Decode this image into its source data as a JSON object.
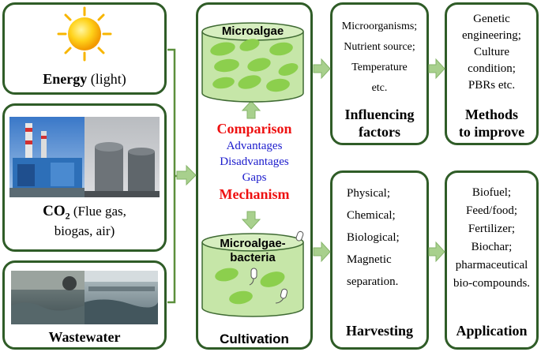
{
  "inputs": {
    "energy": {
      "label_bold": "Energy",
      "label_rest": " (light)"
    },
    "co2": {
      "label_bold": "CO",
      "subscript": "2",
      "label_rest": " (Flue gas,",
      "line2": "biogas, air)"
    },
    "wastewater": {
      "label": "Wastewater"
    }
  },
  "cultivation": {
    "title": "Cultivation",
    "top_tank": "Microalgae",
    "bottom_tank_line1": "Microalgae-",
    "bottom_tank_line2": "bacteria",
    "comparison": "Comparison",
    "advantages": "Advantages",
    "disadvantages": "Disadvantages",
    "gaps": "Gaps",
    "mechanism": "Mechanism"
  },
  "influencing": {
    "items": [
      "Microorganisms;",
      "Nutrient source;",
      "Temperature",
      "etc."
    ],
    "title_line1": "Influencing",
    "title_line2": "factors"
  },
  "methods": {
    "items": [
      "Genetic",
      "engineering;",
      "Culture",
      "condition;",
      "PBRs etc."
    ],
    "title_line1": "Methods",
    "title_line2": "to improve"
  },
  "harvesting": {
    "items": [
      "Physical;",
      "Chemical;",
      "Biological;",
      "Magnetic",
      "separation."
    ],
    "title": "Harvesting"
  },
  "application": {
    "items": [
      "Biofuel;",
      "Feed/food;",
      "Fertilizer;",
      "Biochar;",
      "pharmaceutical",
      "bio-compounds."
    ],
    "title": "Application"
  },
  "colors": {
    "border": "#2f5c27",
    "arrow": "#a8d08d",
    "tank": "#c6e6a8",
    "cell": "#8ccf4d",
    "red": "#ee1111",
    "blue": "#1a1acc"
  }
}
